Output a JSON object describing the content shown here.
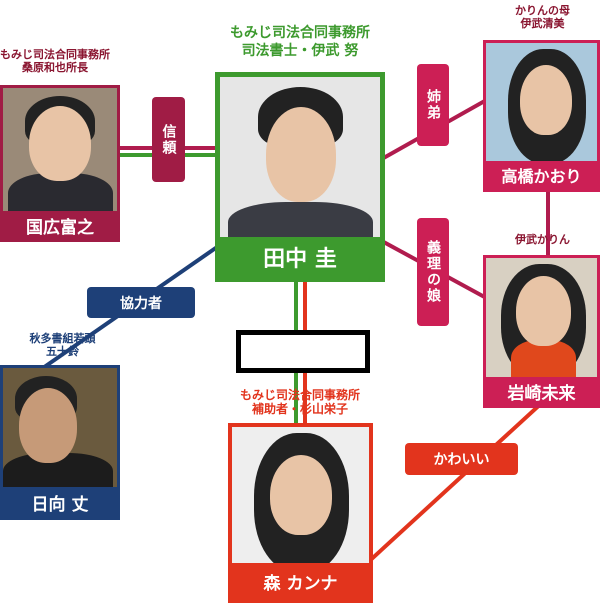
{
  "center": {
    "caption_line1": "もみじ司法合同事務所",
    "caption_line2": "司法書士・伊武 努",
    "name": "田中 圭"
  },
  "left_top": {
    "caption_line1": "もみじ司法合同事務所",
    "caption_line2": "桑原和也所長",
    "name": "国広富之"
  },
  "right_top": {
    "caption_line1": "かりんの母",
    "caption_line2": "伊武清美",
    "name": "高橋かおり"
  },
  "right_mid": {
    "caption_line1": "伊武かりん",
    "name": "岩崎未来"
  },
  "left_bottom": {
    "caption_line1": "秋多書組若頭",
    "caption_line2": "五十鈴",
    "name": "日向 丈"
  },
  "bottom": {
    "caption_line1": "もみじ司法合同事務所",
    "caption_line2": "補助者・杉山栄子",
    "name": "森 カンナ"
  },
  "relations": {
    "trust": "信頼",
    "siblings": "姉弟",
    "stepdaughter": "義理の娘",
    "cooperator": "協力者",
    "cute": "かわいい"
  },
  "colors": {
    "green": "#3d9a2e",
    "maroon": "#b01c4e",
    "crimson": "#cc1f55",
    "navy": "#1e4078",
    "red": "#e2341d"
  }
}
